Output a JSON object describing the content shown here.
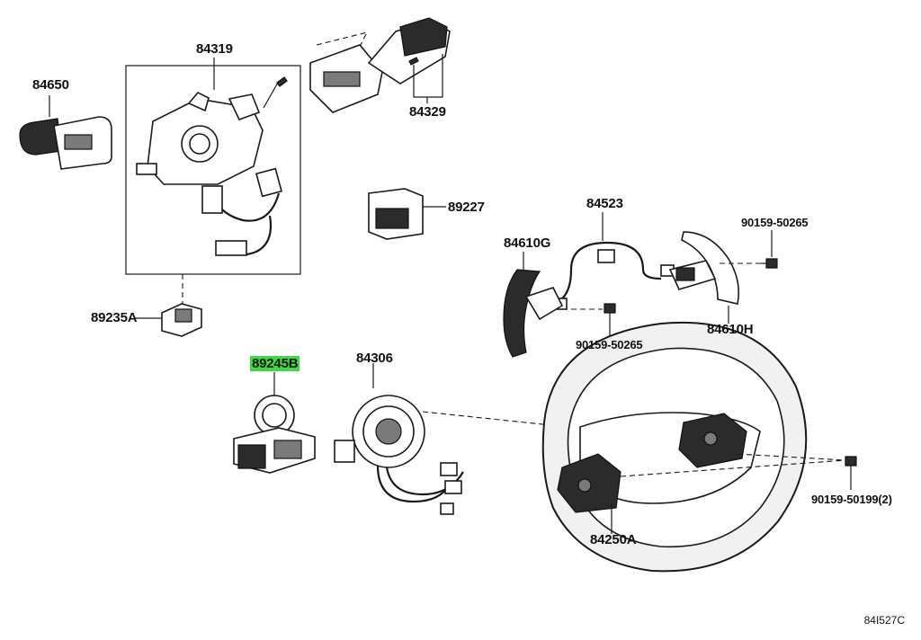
{
  "labels": {
    "p84650": "84650",
    "p84319": "84319",
    "p84329": "84329",
    "p89227": "89227",
    "p84523": "84523",
    "p84610G": "84610G",
    "p90159_50265_a": "90159-50265",
    "p90159_50265_b": "90159-50265",
    "p84610H": "84610H",
    "p89235A": "89235A",
    "p89245B": "89245B",
    "p84306": "84306",
    "p84250A": "84250A",
    "p90159_50199": "90159-50199(2)"
  },
  "diagram_code": "84I527C",
  "highlight_color": "#3ddc3d"
}
